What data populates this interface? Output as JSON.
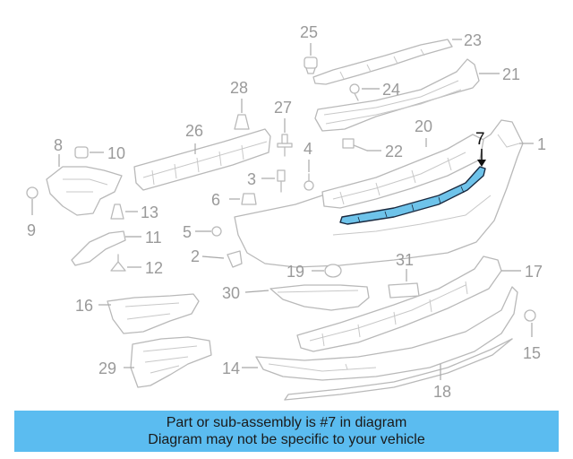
{
  "callouts": {
    "c1": "1",
    "c2": "2",
    "c3": "3",
    "c4": "4",
    "c5": "5",
    "c6": "6",
    "c7": "7",
    "c8": "8",
    "c9": "9",
    "c10": "10",
    "c11": "11",
    "c12": "12",
    "c13": "13",
    "c14": "14",
    "c15": "15",
    "c16": "16",
    "c17": "17",
    "c18": "18",
    "c19": "19",
    "c20": "20",
    "c21": "21",
    "c22": "22",
    "c23": "23",
    "c24": "24",
    "c25": "25",
    "c26": "26",
    "c27": "27",
    "c28": "28",
    "c29": "29",
    "c30": "30",
    "c31": "31"
  },
  "highlight": {
    "part": "7",
    "color": "#6ec3ea"
  },
  "banner": {
    "line1": "Part or sub-assembly is #7 in diagram",
    "line2": "Diagram may not be specific to your vehicle",
    "background": "#5bbcf0"
  }
}
